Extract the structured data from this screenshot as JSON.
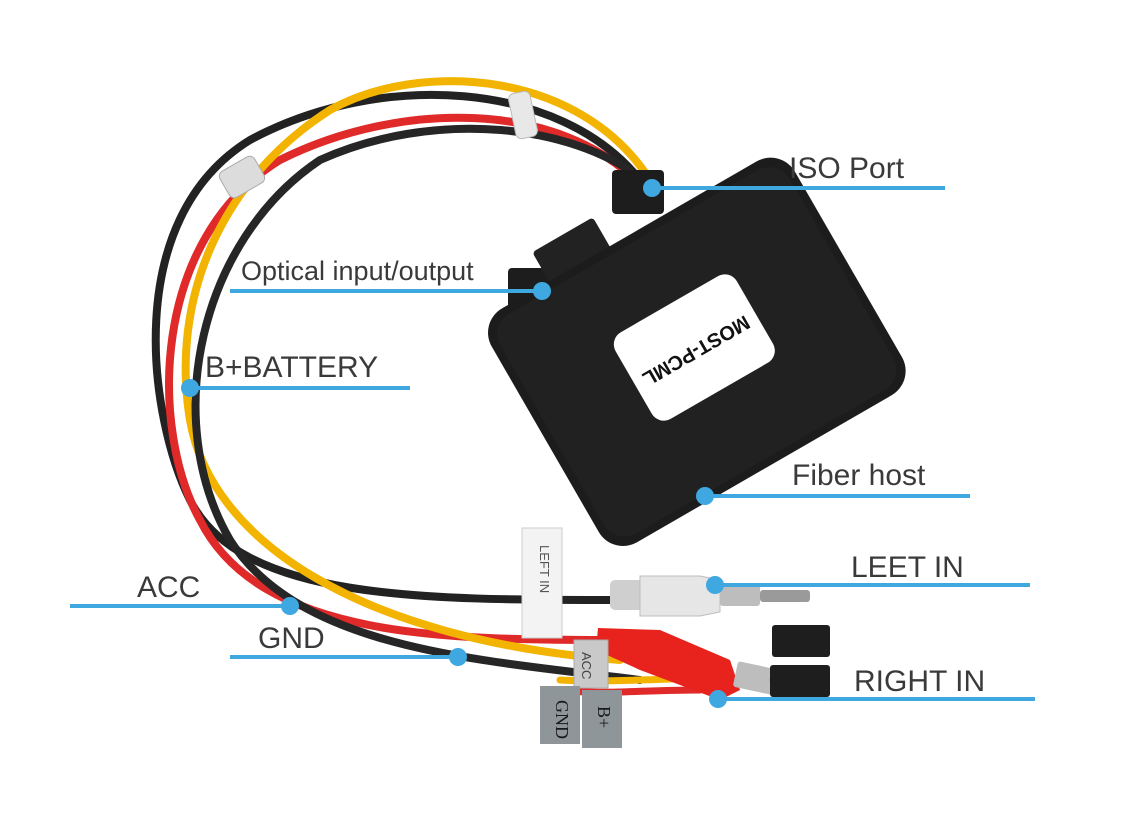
{
  "labels": {
    "iso_port": "ISO Port",
    "optical": "Optical input/output",
    "battery": "B+BATTERY",
    "fiber_host": "Fiber host",
    "leet_in": "LEET IN",
    "acc": "ACC",
    "gnd": "GND",
    "right_in": "RIGHT IN"
  },
  "device_label": "MOST-PCML",
  "wire_tags": {
    "left_in": "LEFT IN",
    "acc": "ACC",
    "gnd": "GND",
    "b_plus": "B+"
  },
  "colors": {
    "callout": "#3fa8e0",
    "box": "#1c1c1c",
    "wire_black": "#222222",
    "wire_red": "#e02a2a",
    "wire_yellow": "#f2b400",
    "rca_white": "#e6e6e6",
    "rca_red": "#e8231d"
  }
}
